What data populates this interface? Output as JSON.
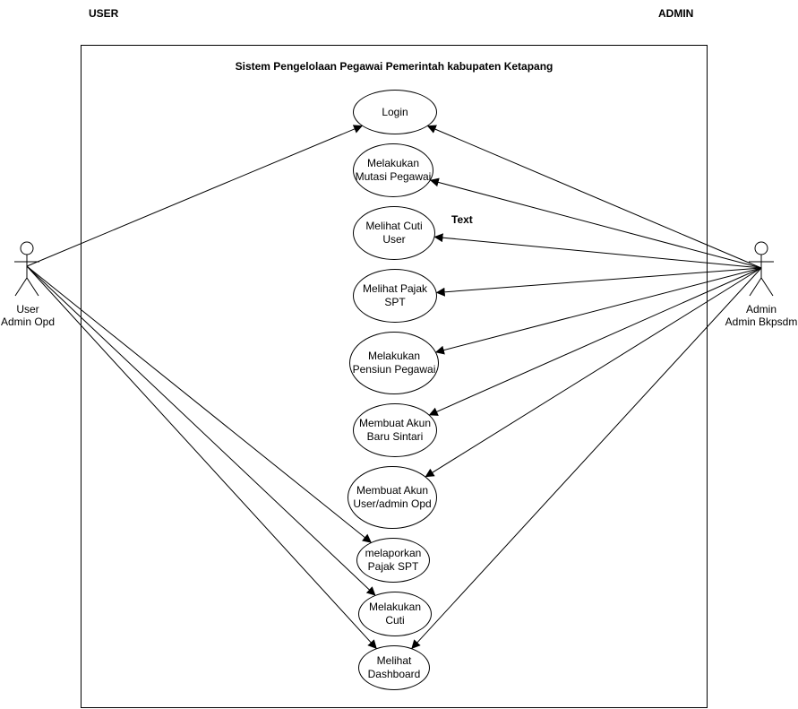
{
  "header": {
    "user": "USER",
    "admin": "ADMIN"
  },
  "system": {
    "title": "Sistem Pengelolaan Pegawai Pemerintah kabupaten Ketapang"
  },
  "actors": {
    "user": {
      "label": "User\nAdmin Opd"
    },
    "admin": {
      "label": "Admin\nAdmin Bkpsdm"
    }
  },
  "use_cases": [
    {
      "id": "login",
      "label": "Login"
    },
    {
      "id": "mutasi",
      "label": "Melakukan\nMutasi Pegawai"
    },
    {
      "id": "cuti-user",
      "label": "Melihat Cuti\nUser"
    },
    {
      "id": "pajak-spt",
      "label": "Melihat Pajak\nSPT"
    },
    {
      "id": "pensiun",
      "label": "Melakukan\nPensiun Pegawai"
    },
    {
      "id": "akun-sintari",
      "label": "Membuat Akun\nBaru Sintari"
    },
    {
      "id": "akun-opd",
      "label": "Membuat Akun\nUser/admin Opd"
    },
    {
      "id": "lapor-spt",
      "label": "melaporkan\nPajak SPT"
    },
    {
      "id": "cuti",
      "label": "Melakukan\nCuti"
    },
    {
      "id": "dashboard",
      "label": "Melihat\nDashboard"
    }
  ],
  "free_text": "Text",
  "associations": {
    "user": [
      "login",
      "lapor-spt",
      "cuti",
      "dashboard"
    ],
    "admin": [
      "login",
      "mutasi",
      "cuti-user",
      "pajak-spt",
      "pensiun",
      "akun-sintari",
      "akun-opd",
      "dashboard"
    ]
  }
}
